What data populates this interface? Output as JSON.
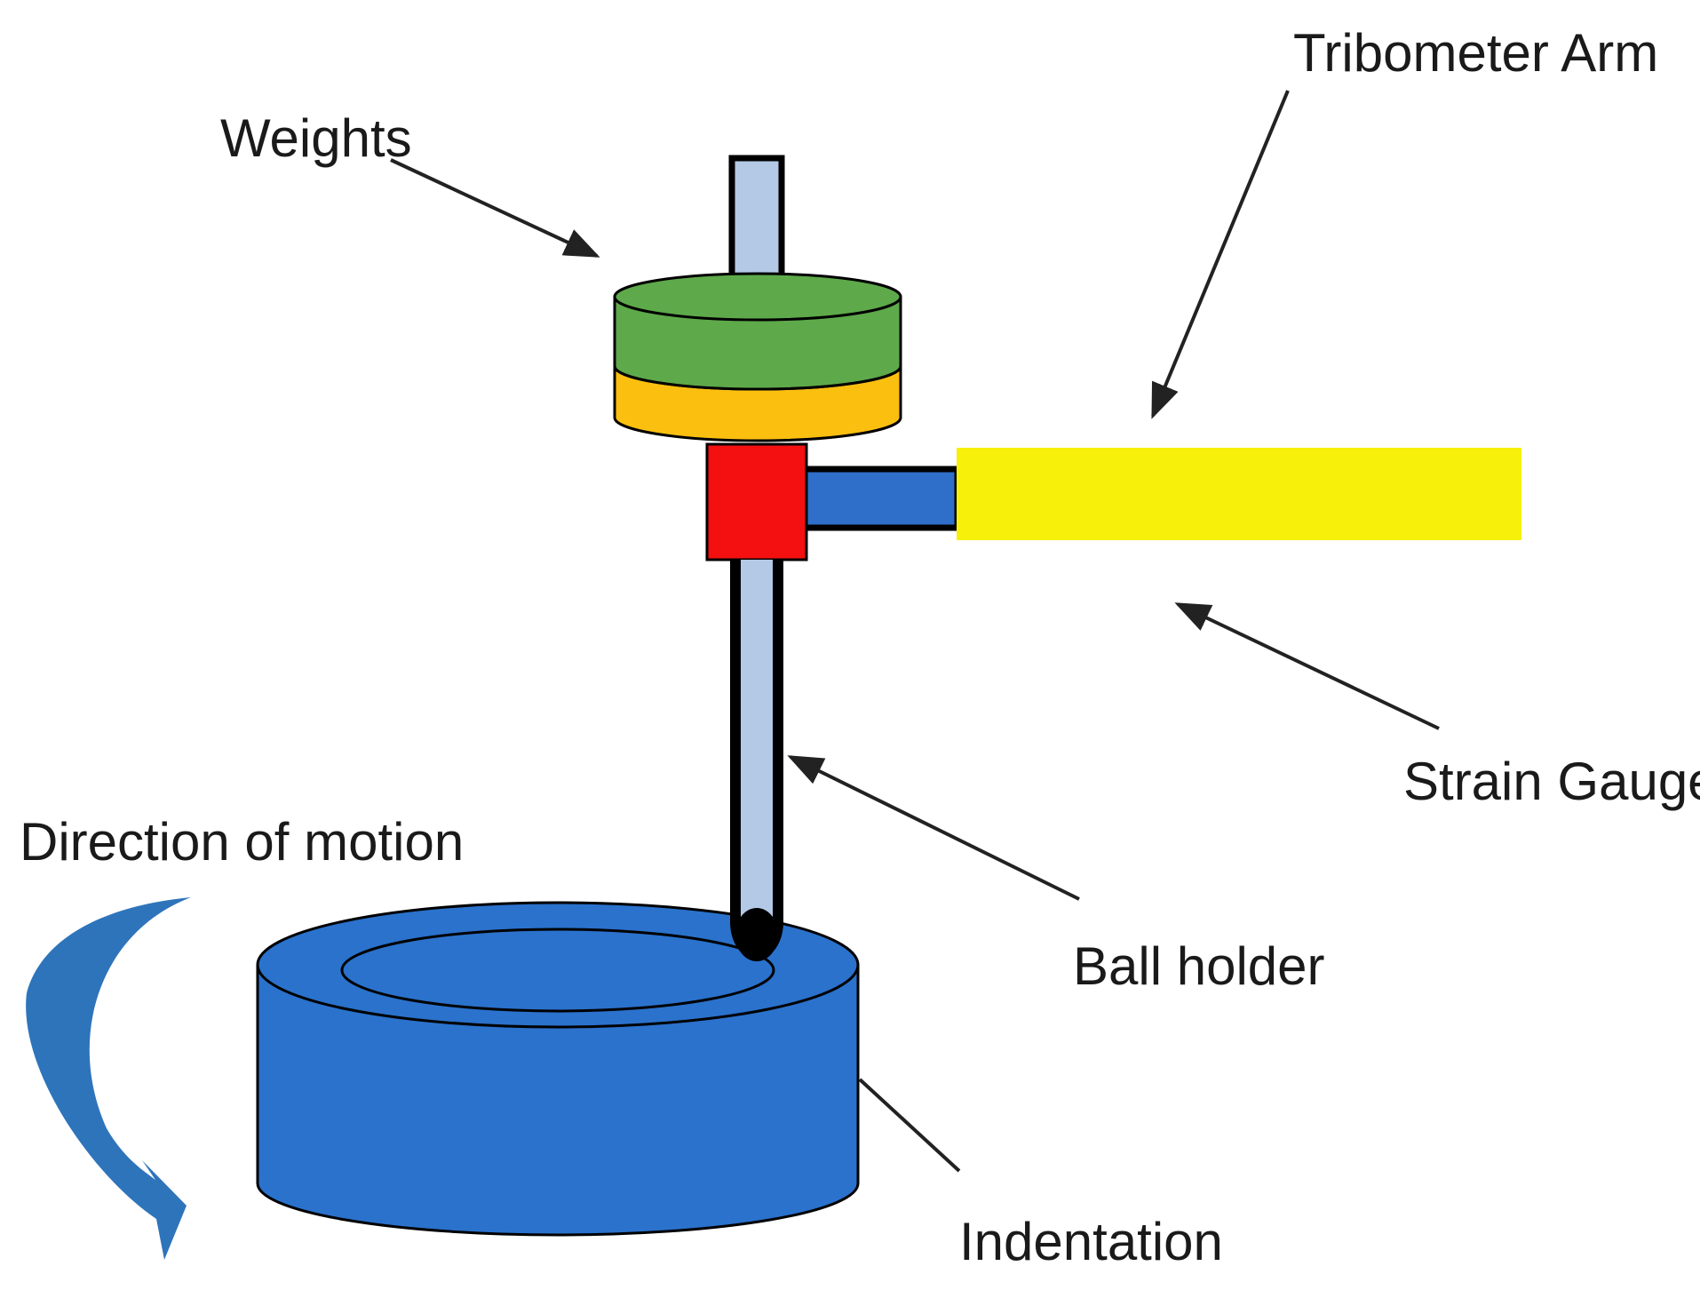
{
  "labels": {
    "weights": "Weights",
    "tribometer_arm": "Tribometer Arm",
    "strain_gauge": "Strain Gauge",
    "direction_of_motion": "Direction of motion",
    "ball_holder": "Ball holder",
    "indentation": "Indentation"
  },
  "colors": {
    "rod": "#b4c9e6",
    "weight_top": "#5ea94a",
    "weight_bottom": "#fbbf10",
    "holder_block": "#f41010",
    "connector": "#2f6fc9",
    "strain_gauge": "#f6f00a",
    "disk": "#2a72cc",
    "rotation_arrow": "#2e74bb",
    "outline": "#000000",
    "pointer": "#222222"
  }
}
